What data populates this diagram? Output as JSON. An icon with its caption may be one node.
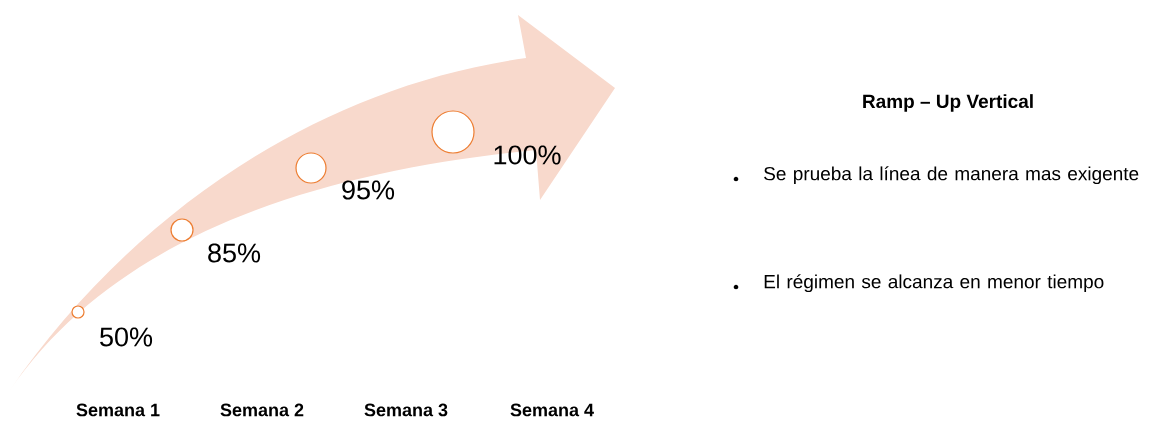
{
  "diagram": {
    "title": "Ramp – Up Vertical",
    "nodes": [
      {
        "text": [],
        "shape": "circle",
        "beside": [
          "50%"
        ]
      },
      {
        "text": [],
        "shape": "circle",
        "beside": [
          "85%"
        ]
      },
      {
        "text": [],
        "shape": "circle",
        "beside": [
          "95%"
        ]
      },
      {
        "text": [],
        "shape": "circle",
        "beside": [
          "100%"
        ]
      }
    ],
    "labels": [
      "Semana 1",
      "Semana 2",
      "Semana 3",
      "Semana 4",
      "Se prueba la línea de manera mas exigente",
      "El régimen se alcanza en menor tiempo"
    ]
  }
}
